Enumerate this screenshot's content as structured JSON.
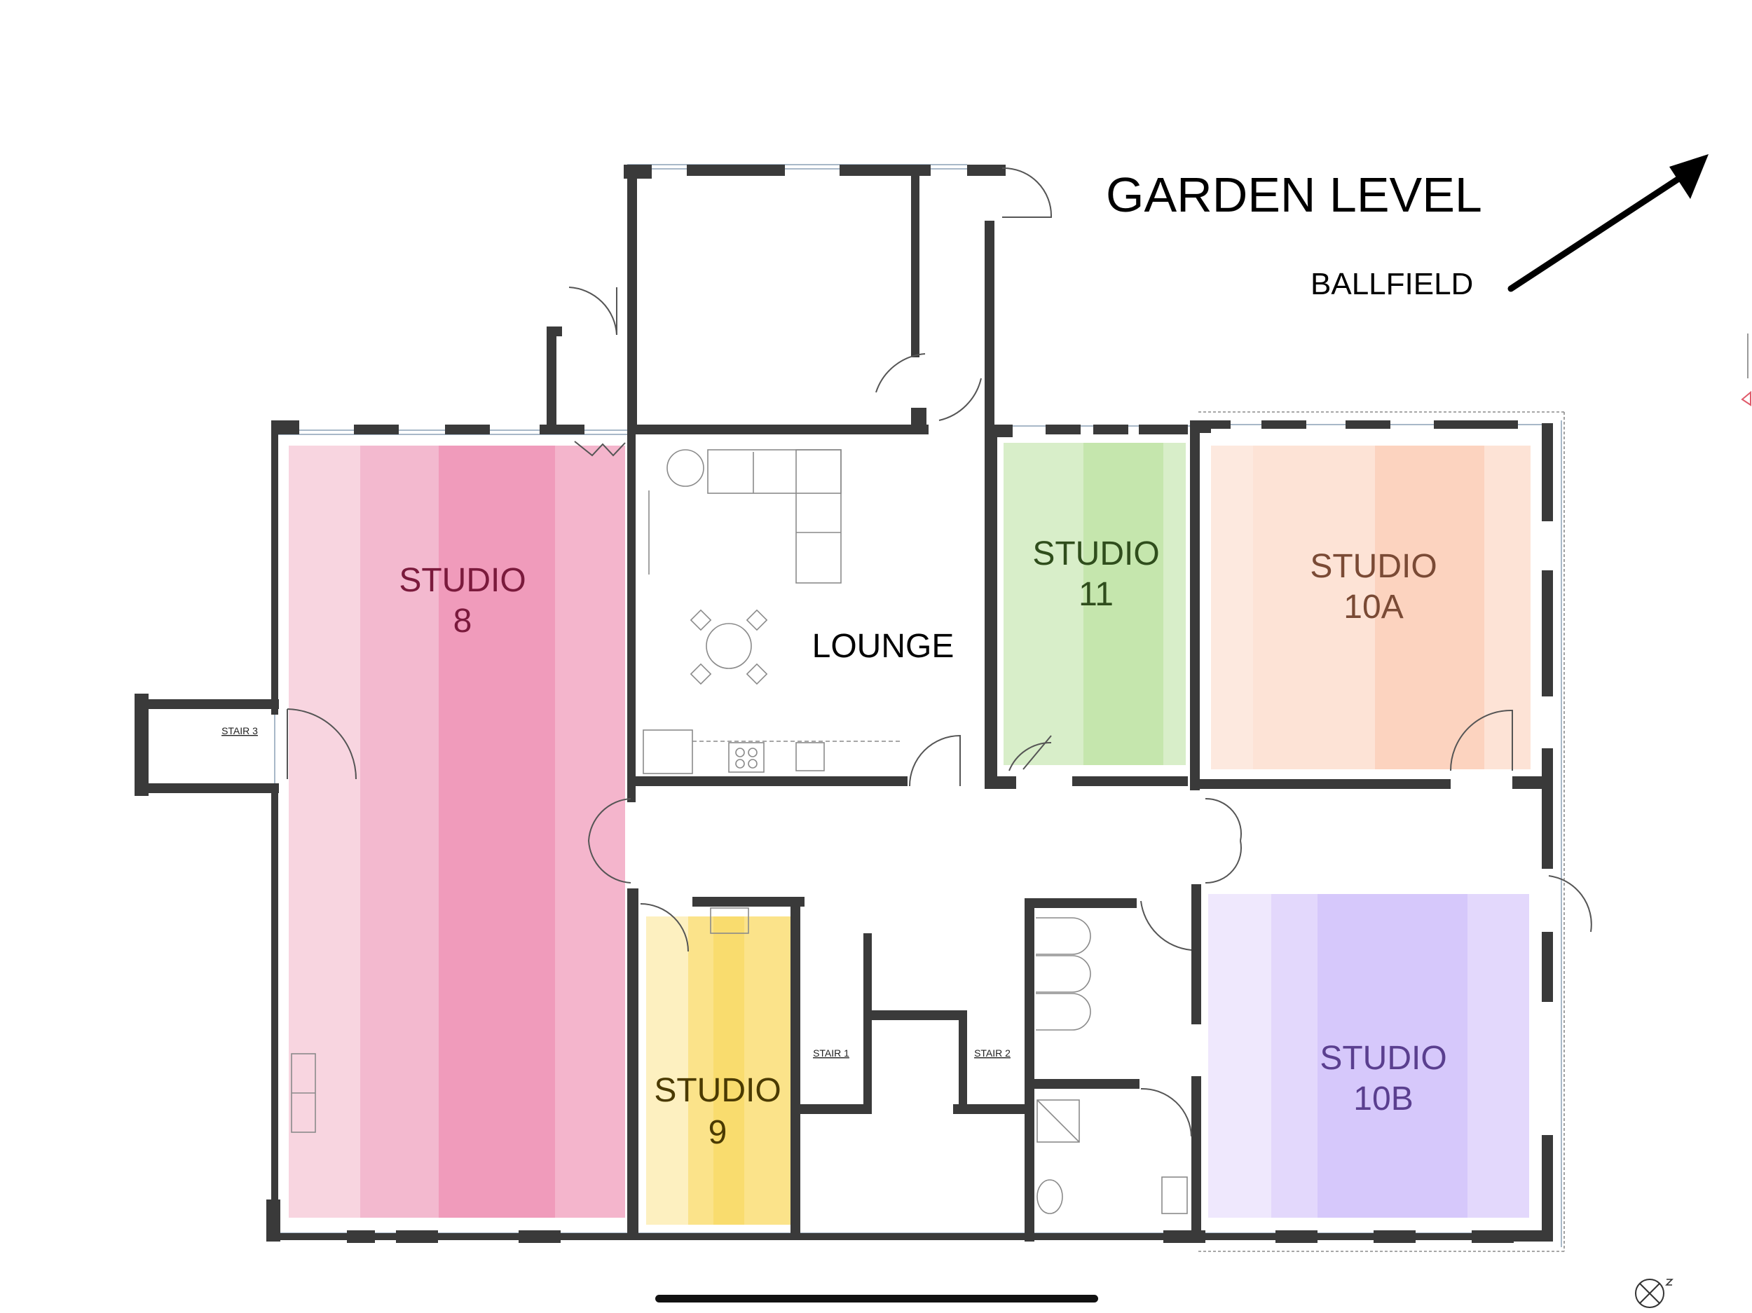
{
  "title": "GARDEN LEVEL",
  "direction_label": "BALLFIELD",
  "rooms": {
    "studio8": {
      "line1": "STUDIO",
      "line2": "8"
    },
    "studio9": {
      "line1": "STUDIO",
      "line2": "9"
    },
    "studio10a": {
      "line1": "STUDIO",
      "line2": "10A"
    },
    "studio10b": {
      "line1": "STUDIO",
      "line2": "10B"
    },
    "studio11": {
      "line1": "STUDIO",
      "line2": "11"
    },
    "lounge": "LOUNGE"
  },
  "stairs": {
    "stair1": "STAIR 1",
    "stair2": "STAIR 2",
    "stair3": "STAIR 3"
  },
  "colors": {
    "studio8": [
      "#f8d5e0",
      "#f3b9cf",
      "#f09bbb",
      "#f4b5cc"
    ],
    "studio8_text": "#7a1a3c",
    "studio9": [
      "#fdf0c0",
      "#fbe38a",
      "#f9dc6e"
    ],
    "studio9_text": "#4a3a00",
    "studio10a": [
      "#fde3d6",
      "#fcd3bf",
      "#fbc6ad"
    ],
    "studio10a_text": "#7a4a35",
    "studio10b": [
      "#ece4fc",
      "#ddd0fb",
      "#d2c2fa"
    ],
    "studio10b_text": "#5a3f8f",
    "studio11": [
      "#d8eec9",
      "#c5e6ad",
      "#b6df98"
    ],
    "studio11_text": "#2f4d1c"
  }
}
